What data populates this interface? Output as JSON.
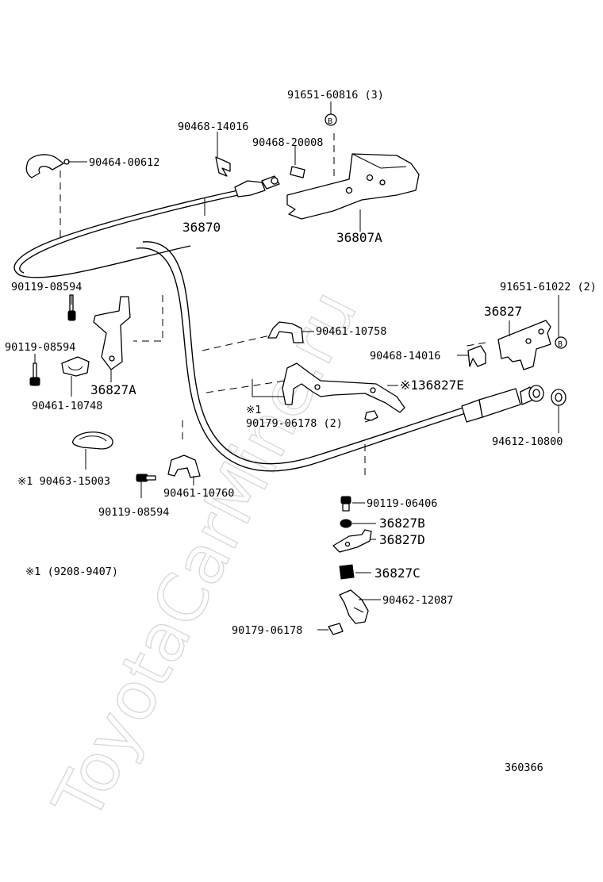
{
  "watermark": "ToyotaCarMine.ru",
  "labels": {
    "p1": "90464-00612",
    "p2": "90468-14016",
    "p3": "91651-60816 (3)",
    "p4": "90468-20008",
    "p5": "36870",
    "p6": "36807A",
    "p7": "90119-08594",
    "p8": "90119-08594",
    "p9": "36827A",
    "p10": "90461-10748",
    "p11": "90461-10758",
    "p12": "91651-61022 (2)",
    "p13": "36827",
    "p14": "90468-14016",
    "p15": "※136827E",
    "p16a": "※1",
    "p16b": "90179-06178 (2)",
    "p17": "94612-10800",
    "p18": "※1 90463-15003",
    "p19": "90461-10760",
    "p20": "90119-08594",
    "p21": "90119-06406",
    "p22": "36827B",
    "p23": "36827D",
    "p24": "36827C",
    "p25": "90462-12087",
    "p26": "90179-06178",
    "note": "※1 (9208-9407)",
    "diagram_id": "360366"
  },
  "markers": {
    "b1": "B",
    "b2": "B"
  }
}
